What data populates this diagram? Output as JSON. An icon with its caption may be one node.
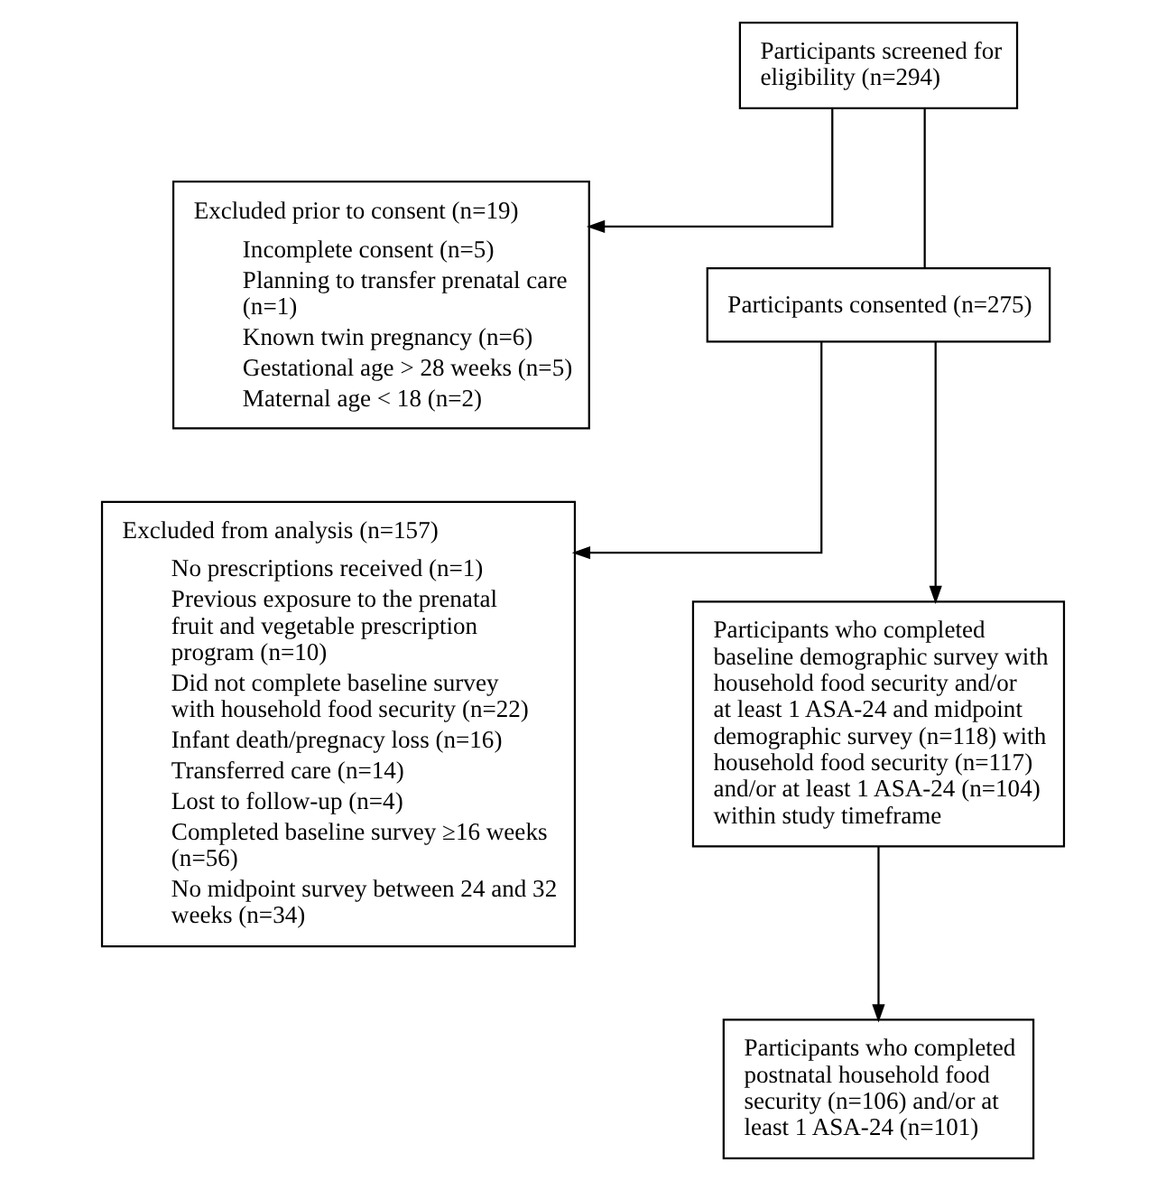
{
  "diagram": {
    "nodes": [
      {
        "text": [
          "Participants screened for eligibility (n=294)"
        ]
      },
      {
        "text": [
          "Excluded prior to consent (n=19)",
          "Incomplete consent (n=5)",
          "Planning to transfer prenatal care (n=1)",
          "Known twin pregnancy (n=6)",
          "Gestational age > 28 weeks (n=5)",
          "Maternal age < 18 (n=2)"
        ]
      },
      {
        "text": [
          "Participants consented (n=275)"
        ]
      },
      {
        "text": [
          "Excluded from analysis (n=157)",
          "No prescriptions received (n=1)",
          "Previous exposure to the prenatal fruit and vegetable prescription program (n=10)",
          "Did not complete baseline survey with household food security (n=22)",
          "Infant death/pregnacy loss (n=16)",
          "Transferred care (n=14)",
          "Lost to follow-up (n=4)",
          "Completed baseline survey ≥16 weeks (n=56)",
          "No midpoint survey between 24 and 32 weeks (n=34)"
        ]
      },
      {
        "text": [
          "Participants who completed baseline demographic survey with household food security and/or at least 1 ASA-24 and midpoint demographic survey (n=118) with household food security (n=117) and/or at least 1 ASA-24 (n=104) within study timeframe"
        ]
      },
      {
        "text": [
          "Participants who completed postnatal household food security (n=106) and/or at least 1 ASA-24 (n=101)"
        ]
      }
    ],
    "edges": [
      {
        "from": 0,
        "to": 2,
        "arrow": "none"
      },
      {
        "from": 0,
        "to": 1,
        "arrow": "to"
      },
      {
        "from": 2,
        "to": 4,
        "arrow": "to"
      },
      {
        "from": 2,
        "to": 3,
        "arrow": "to"
      },
      {
        "from": 4,
        "to": 5,
        "arrow": "to"
      }
    ]
  }
}
